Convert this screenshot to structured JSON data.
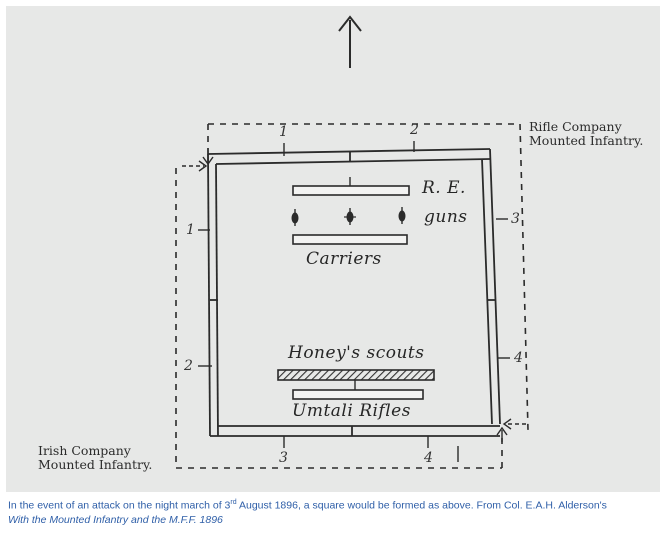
{
  "diagram": {
    "labels": {
      "rifle_company": [
        "Rifle Company",
        "Mounted Infantry."
      ],
      "irish_company": [
        "Irish Company",
        "Mounted Infantry."
      ],
      "re": "R. E.",
      "guns": "guns",
      "carriers": "Carriers",
      "honeys_scouts": "Honey's scouts",
      "umtali_rifles": "Umtali Rifles"
    },
    "numbers": {
      "top_1": "1",
      "top_2": "2",
      "left_1": "1",
      "left_2": "2",
      "right_3": "3",
      "right_4": "4",
      "bottom_3": "3",
      "bottom_4": "4"
    },
    "icons": [
      "north-arrow-icon",
      "gun-icon"
    ]
  },
  "caption": {
    "part1": "In the event of an attack on the night march of 3",
    "sup": "rd",
    "part2": " August 1896, a square would be formed as above.  From Col. E.A.H. Alderson's",
    "book": "With the Mounted Infantry and the M.F.F. 1896"
  },
  "colors": {
    "paper": "#e7e8e7",
    "ink": "#2b2b2b",
    "caption": "#2f5fa8"
  }
}
